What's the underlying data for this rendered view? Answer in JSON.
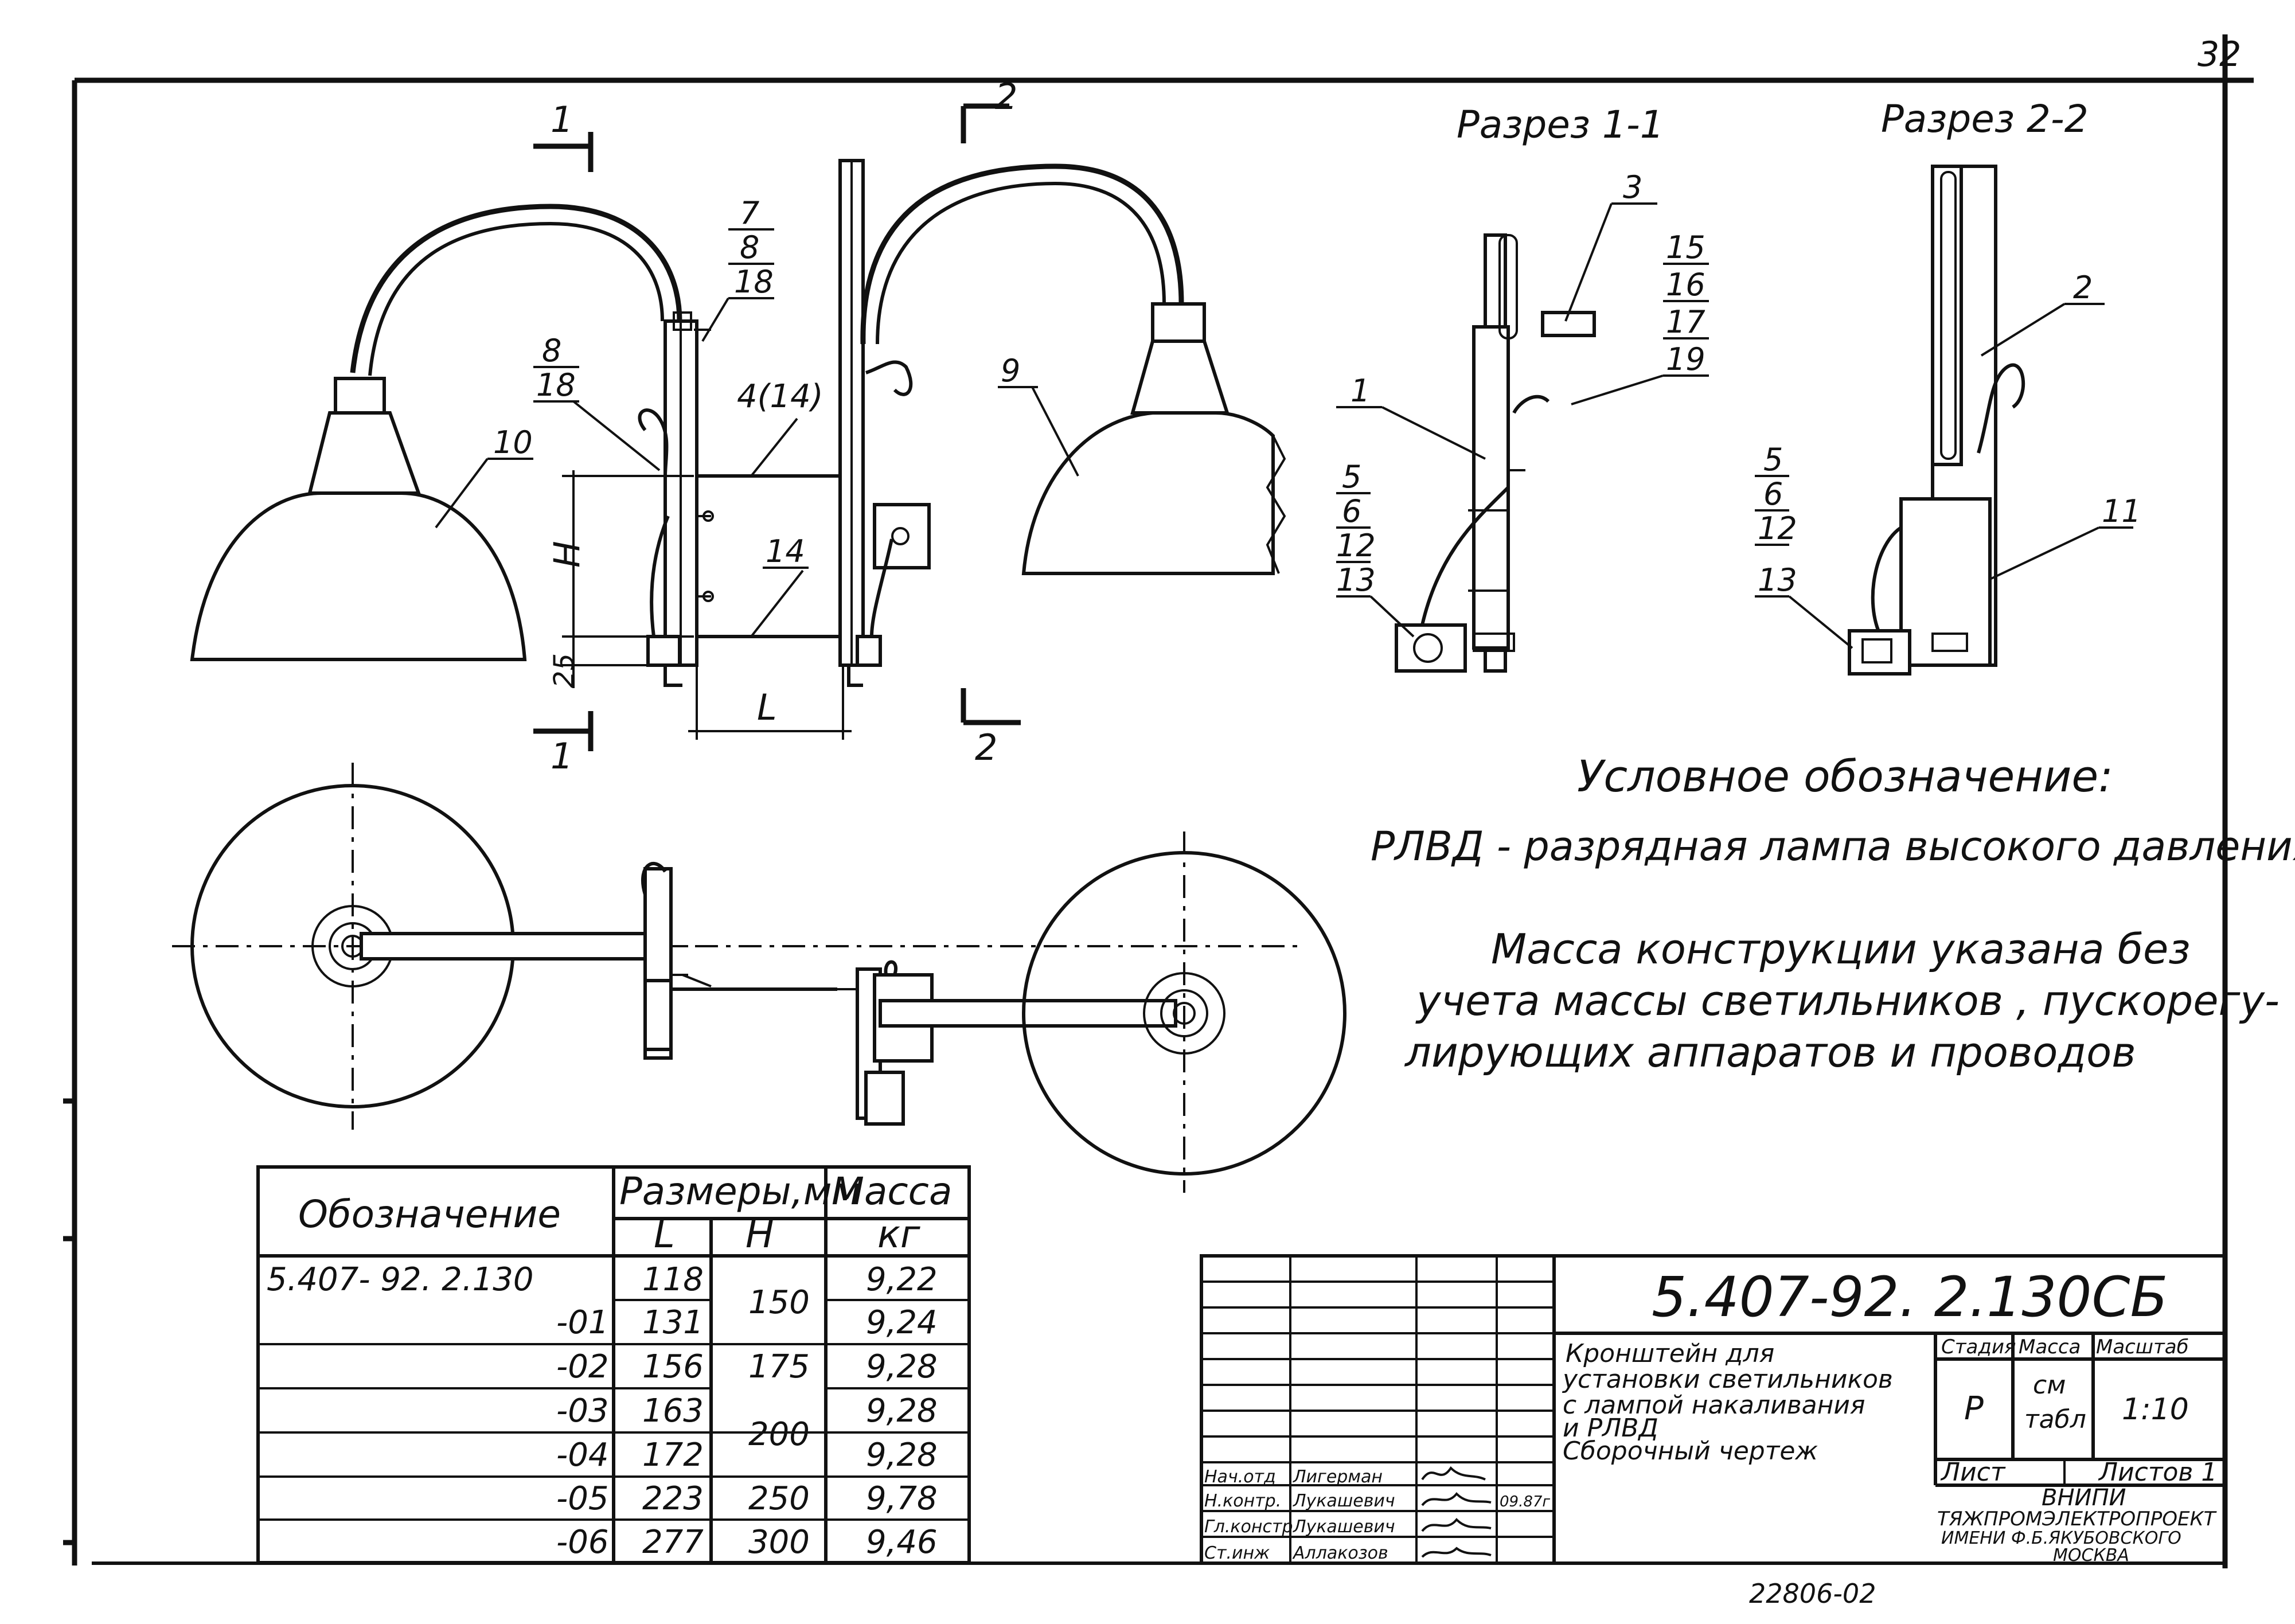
{
  "page_number": "32",
  "section_labels": {
    "s11": "Разрез 1-1",
    "s22": "Разрез  2-2",
    "cut1": "1",
    "cut2": "2"
  },
  "dims": {
    "H": "H",
    "L": "L",
    "d25": "25",
    "d4_14": "4(14)"
  },
  "callouts": {
    "c7": "7",
    "c8": "8",
    "c18": "18",
    "c10": "10",
    "c9": "9",
    "c14": "14",
    "c3": "3",
    "c15": "15",
    "c16": "16",
    "c17": "17",
    "c19": "19",
    "c1": "1",
    "c5": "5",
    "c6": "6",
    "c12": "12",
    "c13": "13",
    "c2": "2",
    "c11": "11"
  },
  "legend": {
    "title": "Условное обозначение:",
    "text": "РЛВД - разрядная лампа высокого давления"
  },
  "note": {
    "line1": "Масса  конструкции  указана  без",
    "line2": "учета  массы  светильников , пускорегу-",
    "line3": "лирующих  аппаратов  и  проводов"
  },
  "table": {
    "h_designation": "Обозначение",
    "h_dims": "Размеры,мм",
    "h_mass": "Масса",
    "h_L": "L",
    "h_H": "H",
    "h_kg": "кг",
    "rows": [
      {
        "des": "5.407- 92. 2.130",
        "L": "118",
        "mass": "9,22"
      },
      {
        "des": "-01",
        "L": "131",
        "mass": "9,24"
      },
      {
        "des": "-02",
        "L": "156",
        "mass": "9,28"
      },
      {
        "des": "-03",
        "L": "163",
        "mass": "9,28"
      },
      {
        "des": "-04",
        "L": "172",
        "mass": "9,28"
      },
      {
        "des": "-05",
        "L": "223",
        "mass": "9,78"
      },
      {
        "des": "-06",
        "L": "277",
        "mass": "9,46"
      }
    ],
    "H_values": [
      "150",
      "175",
      "200",
      "250",
      "300"
    ]
  },
  "title_block": {
    "code": "5.407-92. 2.130СБ",
    "name1": "Кронштейн  для",
    "name2": "установки светильников",
    "name3": "с  лампой  накаливания",
    "name4": "и  РЛВД",
    "name5": "Сборочный  чертеж",
    "stage_h": "Стадия",
    "mass_h": "Масса",
    "scale_h": "Масштаб",
    "stage": "Р",
    "mass1": "см",
    "mass2": "табл",
    "scale": "1:10",
    "sheet": "Лист",
    "sheets": "Листов 1",
    "org1": "ВНИПИ",
    "org2": "ТЯЖПРОМЭЛЕКТРОПРОЕКТ",
    "org3": "ИМЕНИ  Ф.Б.ЯКУБОВСКОГО",
    "org4": "МОСКВА",
    "roles": [
      {
        "role": "Нач.отд",
        "name": "Лигерман"
      },
      {
        "role": "Н.контр.",
        "name": "Лукашевич"
      },
      {
        "role": "Гл.констр",
        "name": "Лукашевич"
      },
      {
        "role": "Ст.инж",
        "name": "Аллакозов"
      }
    ],
    "date": "09.87г"
  },
  "archive_number": "22806-02"
}
